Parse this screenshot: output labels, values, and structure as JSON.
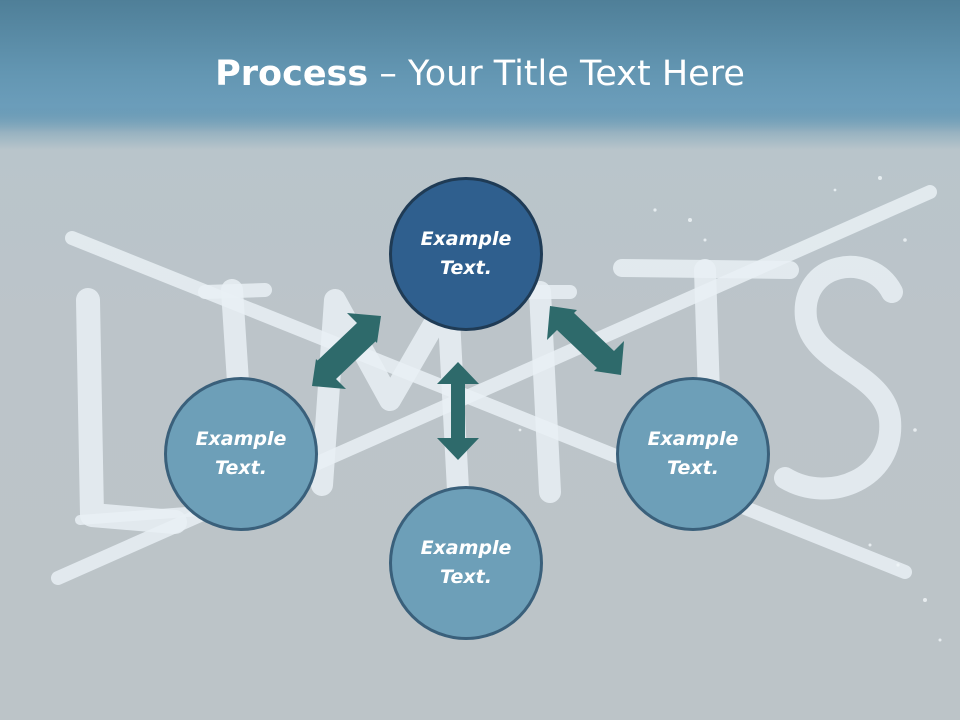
{
  "slide": {
    "title_bold": "Process",
    "title_rest": " – Your Title Text Here"
  },
  "diagram": {
    "nodes": [
      {
        "id": "top",
        "text": "Example\nText.",
        "line1": "Example",
        "line2": "Text."
      },
      {
        "id": "left",
        "text": "Example\nText.",
        "line1": "Example",
        "line2": "Text."
      },
      {
        "id": "right",
        "text": "Example\nText.",
        "line1": "Example",
        "line2": "Text."
      },
      {
        "id": "bottom",
        "text": "Example\nText.",
        "line1": "Example",
        "line2": "Text."
      }
    ],
    "background_word": "LIMITS",
    "colors": {
      "top_node": "#2f5f8e",
      "side_nodes": "#6d9fb8",
      "arrows": "#2e6a6b",
      "title_bar": "#5f92ad"
    }
  }
}
